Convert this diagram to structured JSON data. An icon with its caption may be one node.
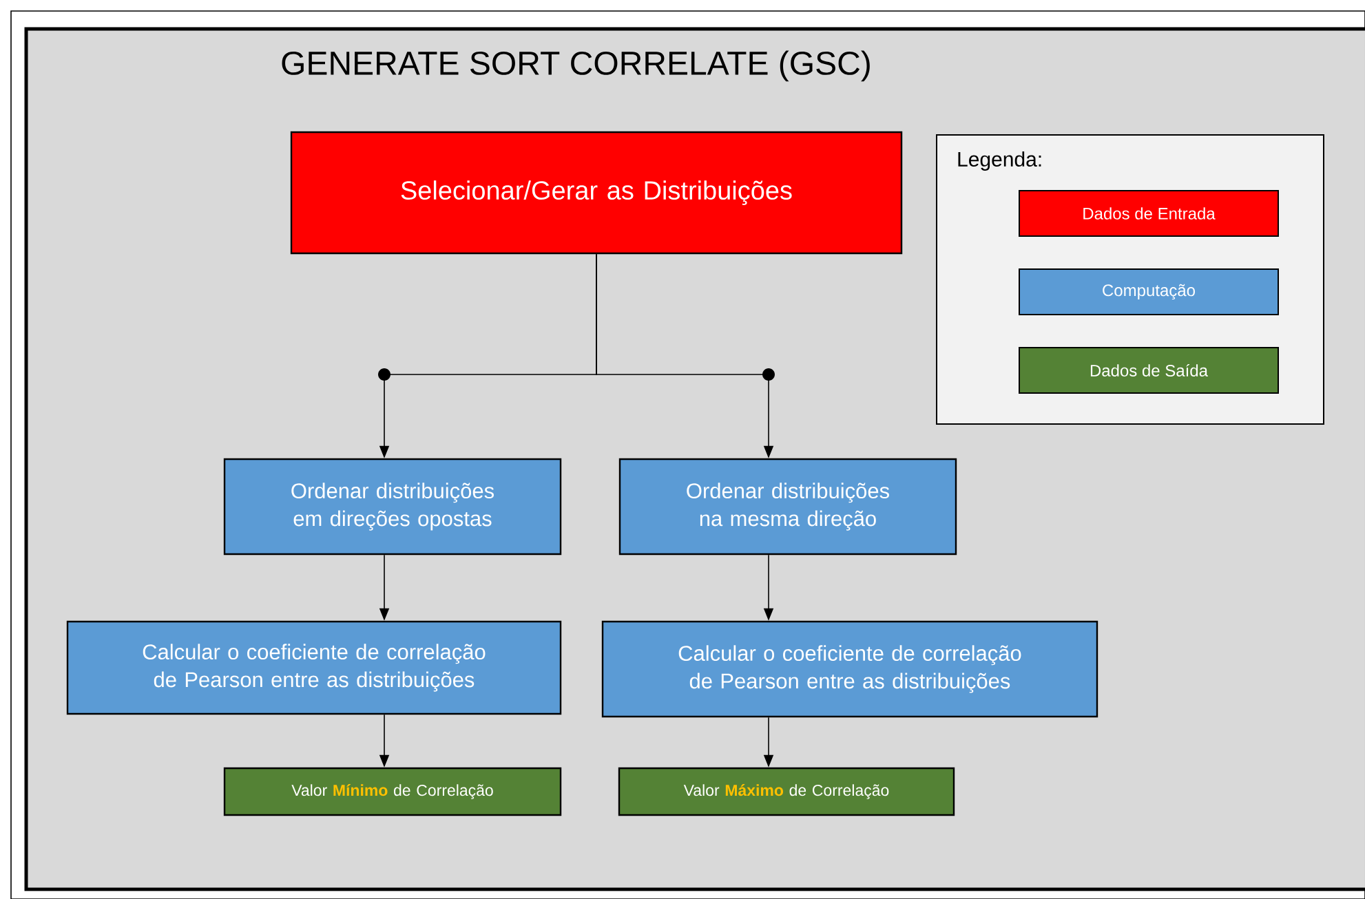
{
  "diagram": {
    "title": "GENERATE SORT CORRELATE (GSC)",
    "nodes": [
      {
        "text": [
          "Selecionar/Gerar as Distribuições"
        ]
      },
      {
        "text": [
          "Ordenar distribuições em direções opostas"
        ]
      },
      {
        "text": [
          "Ordenar distribuições na mesma direção"
        ]
      },
      {
        "text": [
          "Calcular o coeficiente de correlação de Pearson entre as distribuições"
        ]
      },
      {
        "text": [
          "Calcular o coeficiente de correlação de Pearson entre as distribuições"
        ]
      },
      {
        "text": [
          "Valor **Mínimo** de Correlação"
        ]
      },
      {
        "text": [
          "Valor **Máximo** de Correlação"
        ]
      }
    ],
    "edges": [
      {
        "from": 0,
        "to": 1,
        "arrow": "to"
      },
      {
        "from": 0,
        "to": 2,
        "arrow": "to"
      },
      {
        "from": 1,
        "to": 3,
        "arrow": "to"
      },
      {
        "from": 2,
        "to": 4,
        "arrow": "to"
      },
      {
        "from": 3,
        "to": 5,
        "arrow": "to"
      },
      {
        "from": 4,
        "to": 6,
        "arrow": "to"
      }
    ],
    "labels": [
      "Legenda:"
    ],
    "legend": [
      {
        "text": "Dados de Entrada",
        "color": "#ff0000"
      },
      {
        "text": "Computação",
        "color": "#5b9bd5"
      },
      {
        "text": "Dados de Saída",
        "color": "#548235"
      }
    ]
  }
}
